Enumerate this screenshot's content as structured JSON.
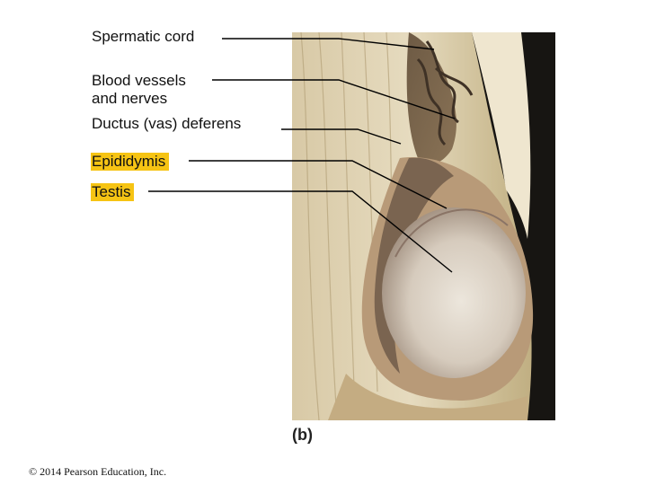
{
  "labels": {
    "spermatic_cord": "Spermatic cord",
    "blood_vessels_line1": "Blood vessels",
    "blood_vessels_line2": "and nerves",
    "ductus_deferens": "Ductus (vas) deferens",
    "epididymis": "Epididymis",
    "testis": "Testis"
  },
  "highlight_color": "#f6c414",
  "panel_letter": "(b)",
  "copyright": "© 2014 Pearson Education, Inc."
}
